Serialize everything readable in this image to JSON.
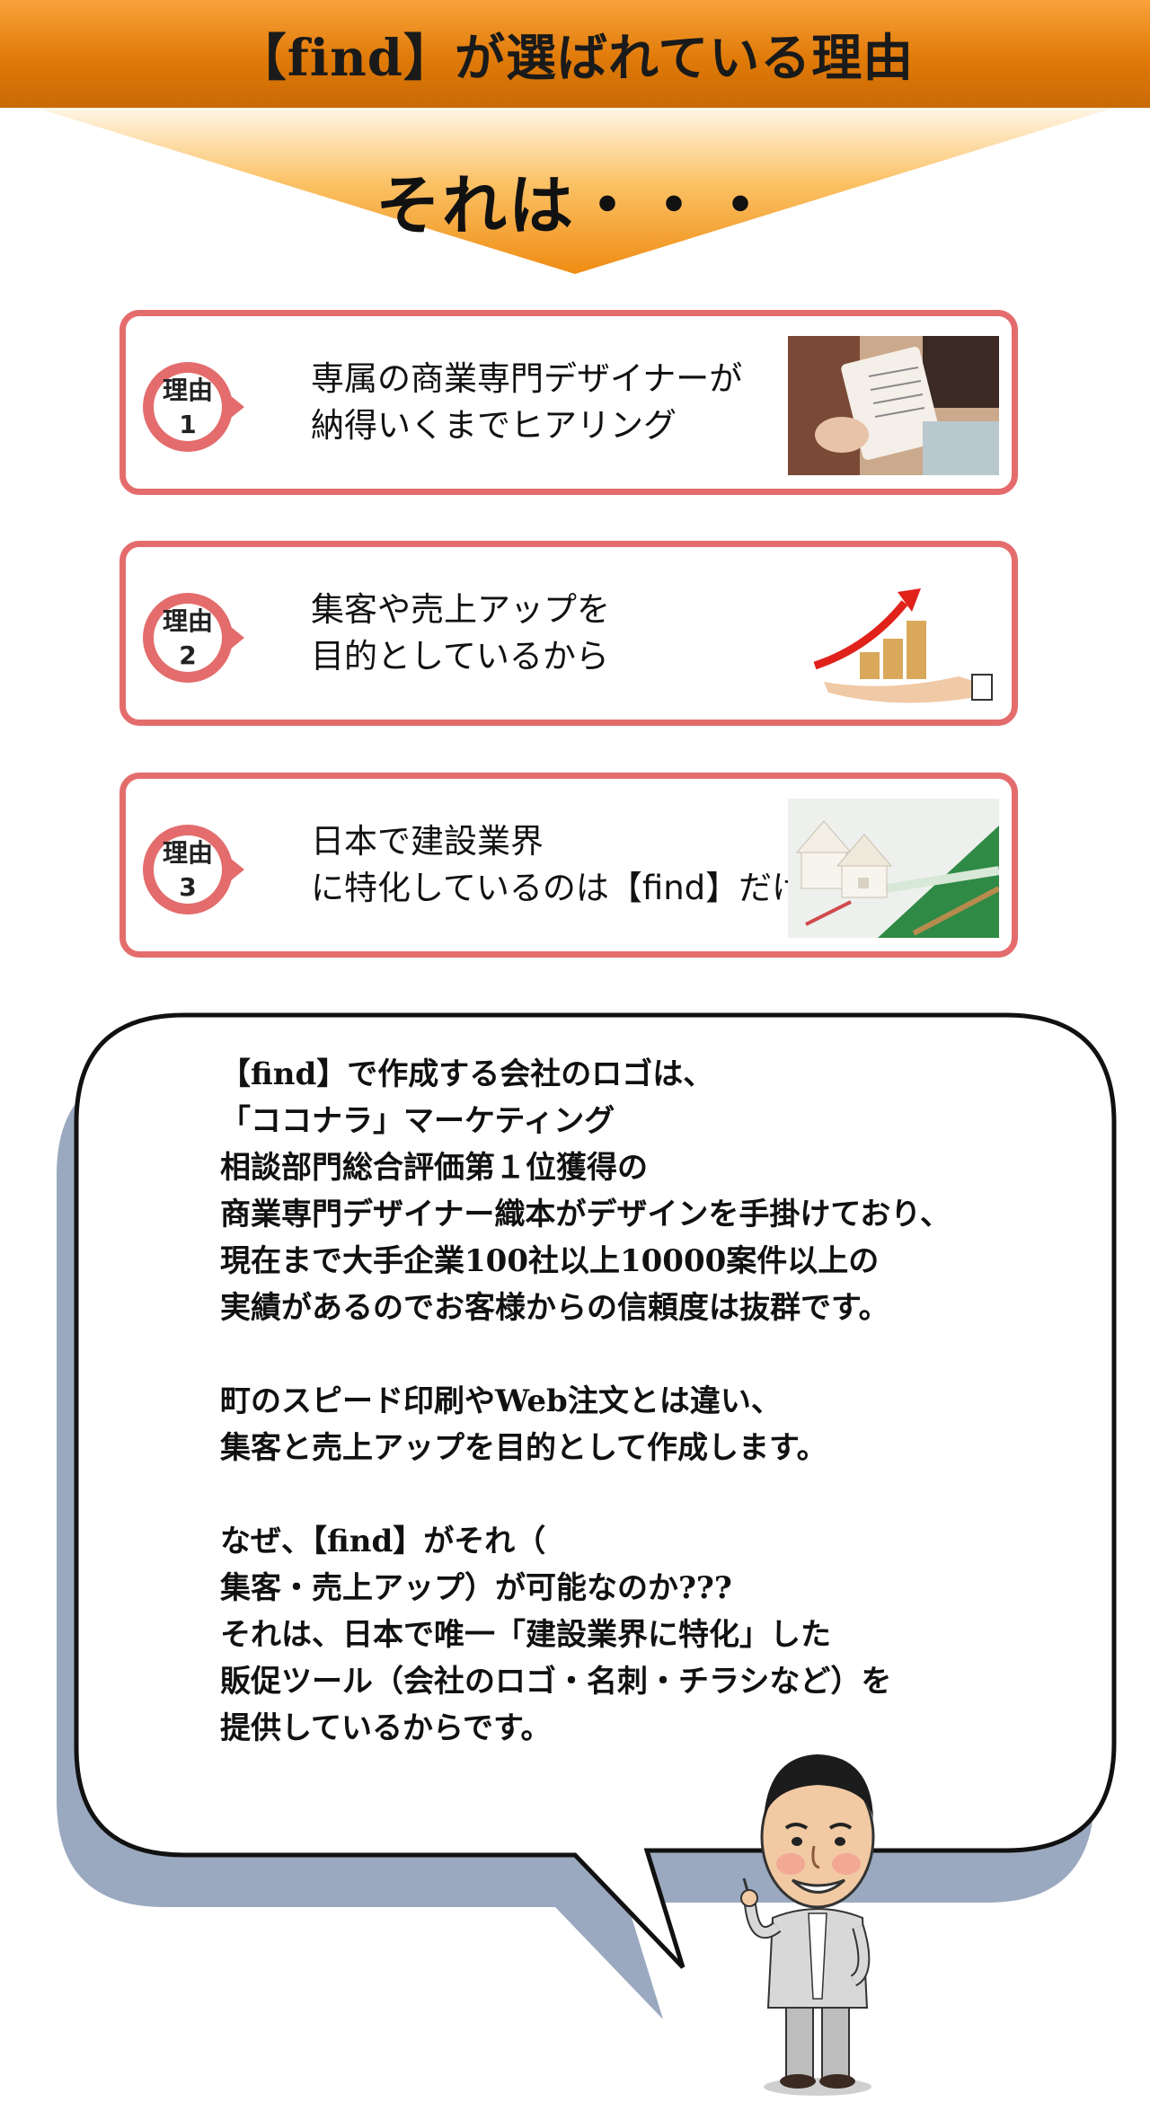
{
  "header": {
    "title": "【find】が選ばれている理由"
  },
  "intro": {
    "text": "それは・・・"
  },
  "reasons": [
    {
      "badge_line1": "理由",
      "badge_line2": "1",
      "line1": "専属の商業専門デザイナーが",
      "line2": "納得いくまでヒアリング",
      "photo": "hearing-photo"
    },
    {
      "badge_line1": "理由",
      "badge_line2": "2",
      "line1": "集客や売上アップを",
      "line2": "目的としているから",
      "photo": "growth-chart-photo"
    },
    {
      "badge_line1": "理由",
      "badge_line2": "3",
      "line1": "日本で建設業界",
      "line2": "に特化しているのは【find】だけ",
      "photo": "house-blueprint-photo"
    }
  ],
  "bubble": {
    "lines": [
      "【find】で作成する会社のロゴは、",
      "「ココナラ」マーケティング",
      "相談部門総合評価第１位獲得の",
      "商業専門デザイナー織本がデザインを手掛けており、",
      "現在まで大手企業100社以上10000案件以上の",
      "実績があるのでお客様からの信頼度は抜群です。",
      "",
      "町のスピード印刷やWeb注文とは違い、",
      "集客と売上アップを目的として作成します。",
      "",
      "なぜ、【find】がそれ（",
      "集客・売上アップ）が可能なのか???",
      "それは、日本で唯一「建設業界に特化」した",
      "販促ツール（会社のロゴ・名刺・チラシなど）を",
      "提供しているからです。"
    ]
  },
  "colors": {
    "header_orange": "#e07a08",
    "card_border": "#e46c6c",
    "bubble_shadow": "#9aa9bf"
  }
}
